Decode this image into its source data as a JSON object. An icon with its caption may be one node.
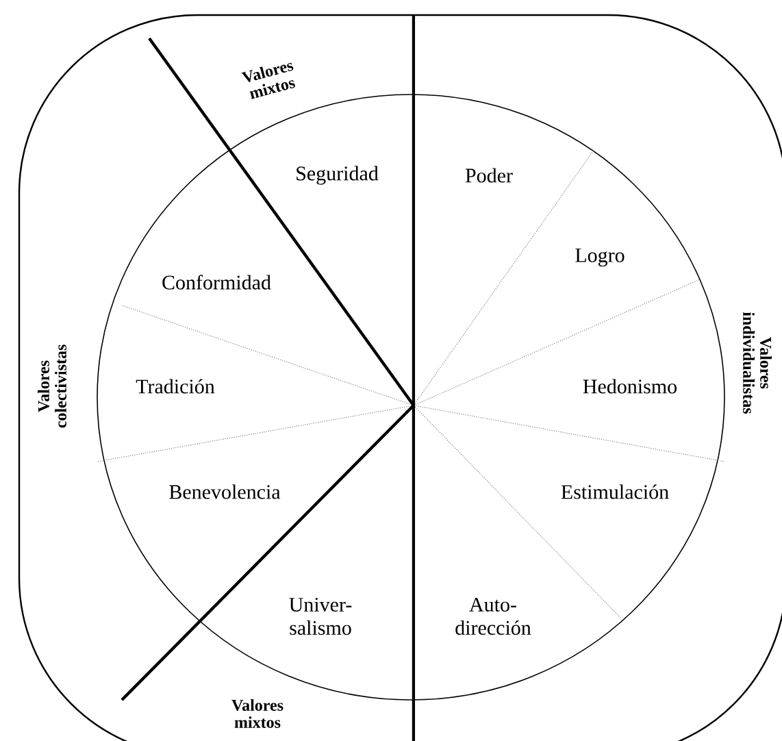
{
  "diagram": {
    "labels": [
      "Valores mixtos",
      "Seguridad",
      "Poder",
      "Logro",
      "Conformidad",
      "Valores colectivistas",
      "Tradición",
      "Hedonismo",
      "Valores individualistas",
      "Benevolencia",
      "Estimulación",
      "Univer- salismo",
      "Auto- dirección",
      "Valores mixtos"
    ]
  }
}
